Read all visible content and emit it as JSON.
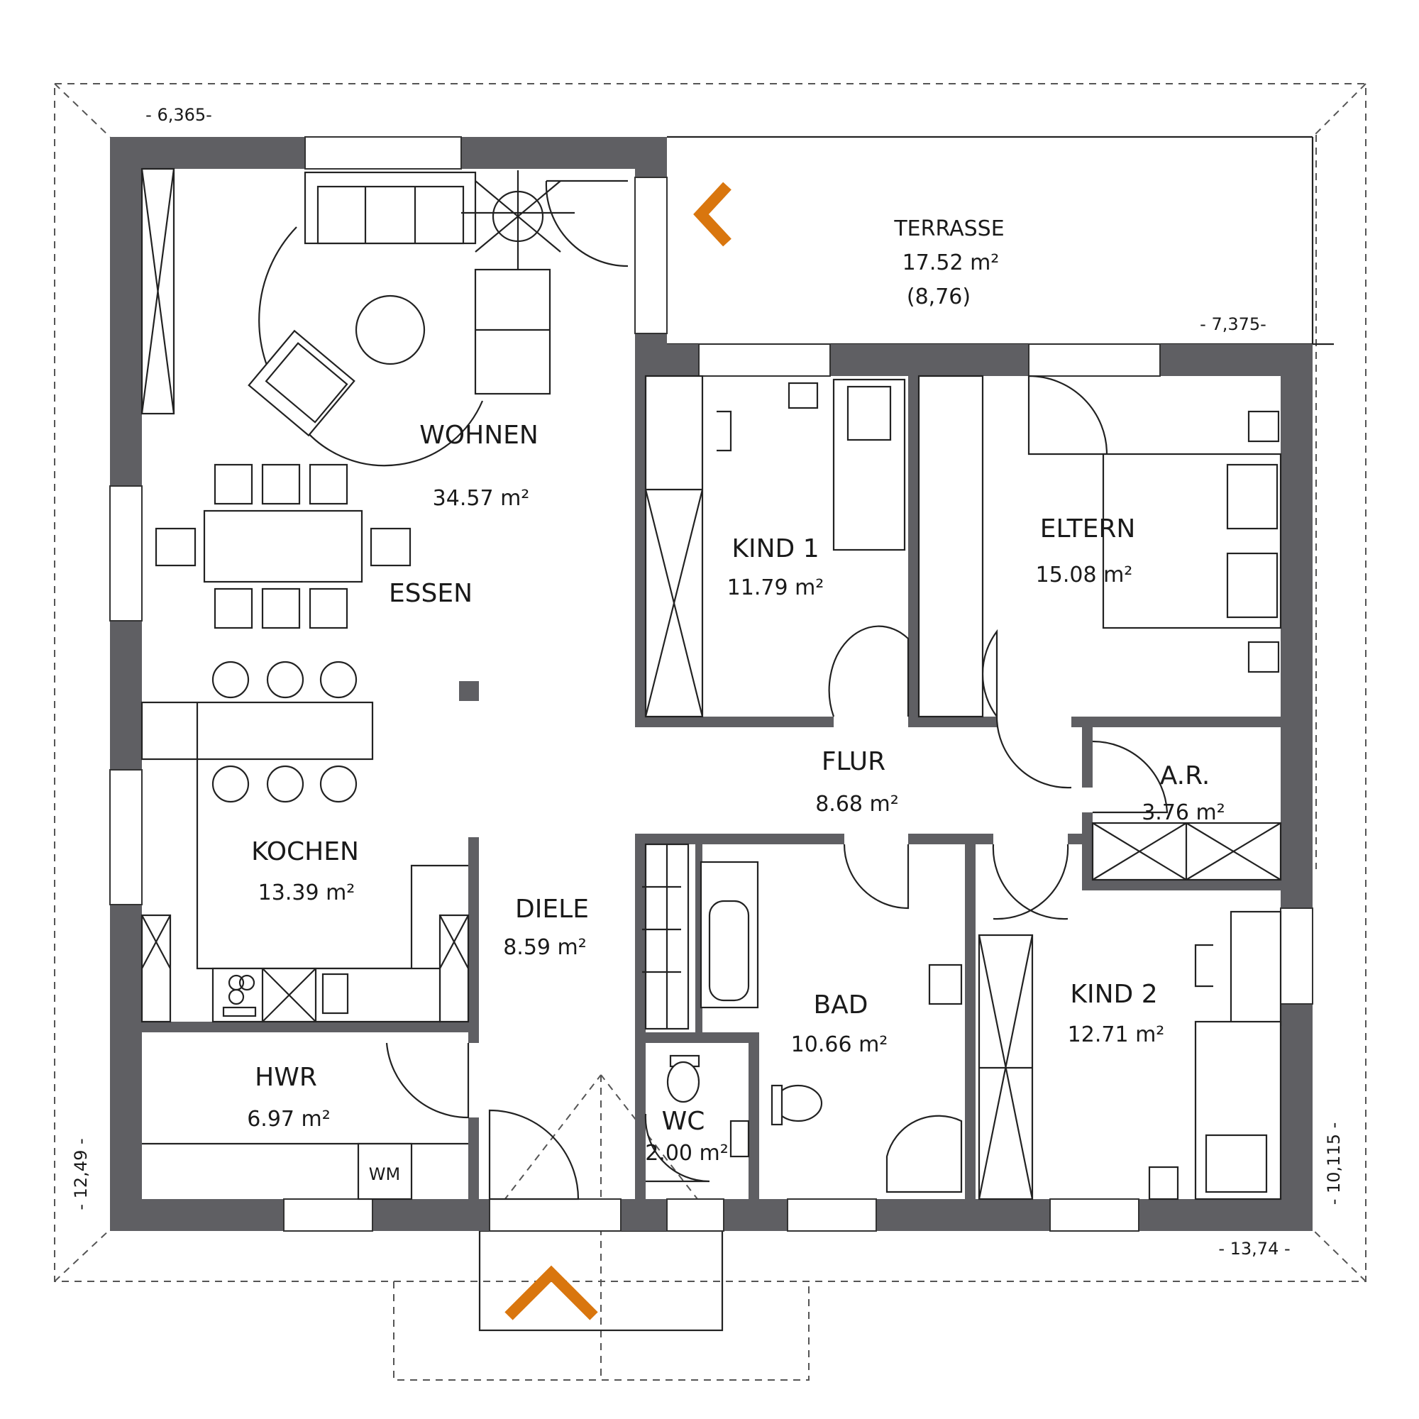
{
  "rooms": {
    "wohnen": {
      "name": "WOHNEN",
      "area": "34.57 m²"
    },
    "essen": {
      "name": "ESSEN"
    },
    "kochen": {
      "name": "KOCHEN",
      "area": "13.39 m²"
    },
    "diele": {
      "name": "DIELE",
      "area": "8.59 m²"
    },
    "hwr": {
      "name": "HWR",
      "area": "6.97 m²",
      "appliance": "WM"
    },
    "kind1": {
      "name": "KIND 1",
      "area": "11.79 m²"
    },
    "eltern": {
      "name": "ELTERN",
      "area": "15.08 m²"
    },
    "flur": {
      "name": "FLUR",
      "area": "8.68 m²"
    },
    "ar": {
      "name": "A.R.",
      "area": "3.76 m²"
    },
    "bad": {
      "name": "BAD",
      "area": "10.66 m²"
    },
    "wc": {
      "name": "WC",
      "area": "2.00 m²"
    },
    "kind2": {
      "name": "KIND 2",
      "area": "12.71 m²"
    },
    "terrasse": {
      "name": "TERRASSE",
      "area": "17.52 m²",
      "note": "(8,76)"
    }
  },
  "dimensions": {
    "top_left": "- 6,365-",
    "top_right": "- 7,375-",
    "bottom_right": "- 13,74 -",
    "left": "- 12,49 -",
    "right": "- 10,115 -"
  },
  "colors": {
    "wall": "#5f5f63",
    "accent_arrow": "#d9760e"
  },
  "icons": {
    "terrace_entry": "chevron-left-arrow",
    "main_entry": "chevron-up-arrow"
  }
}
